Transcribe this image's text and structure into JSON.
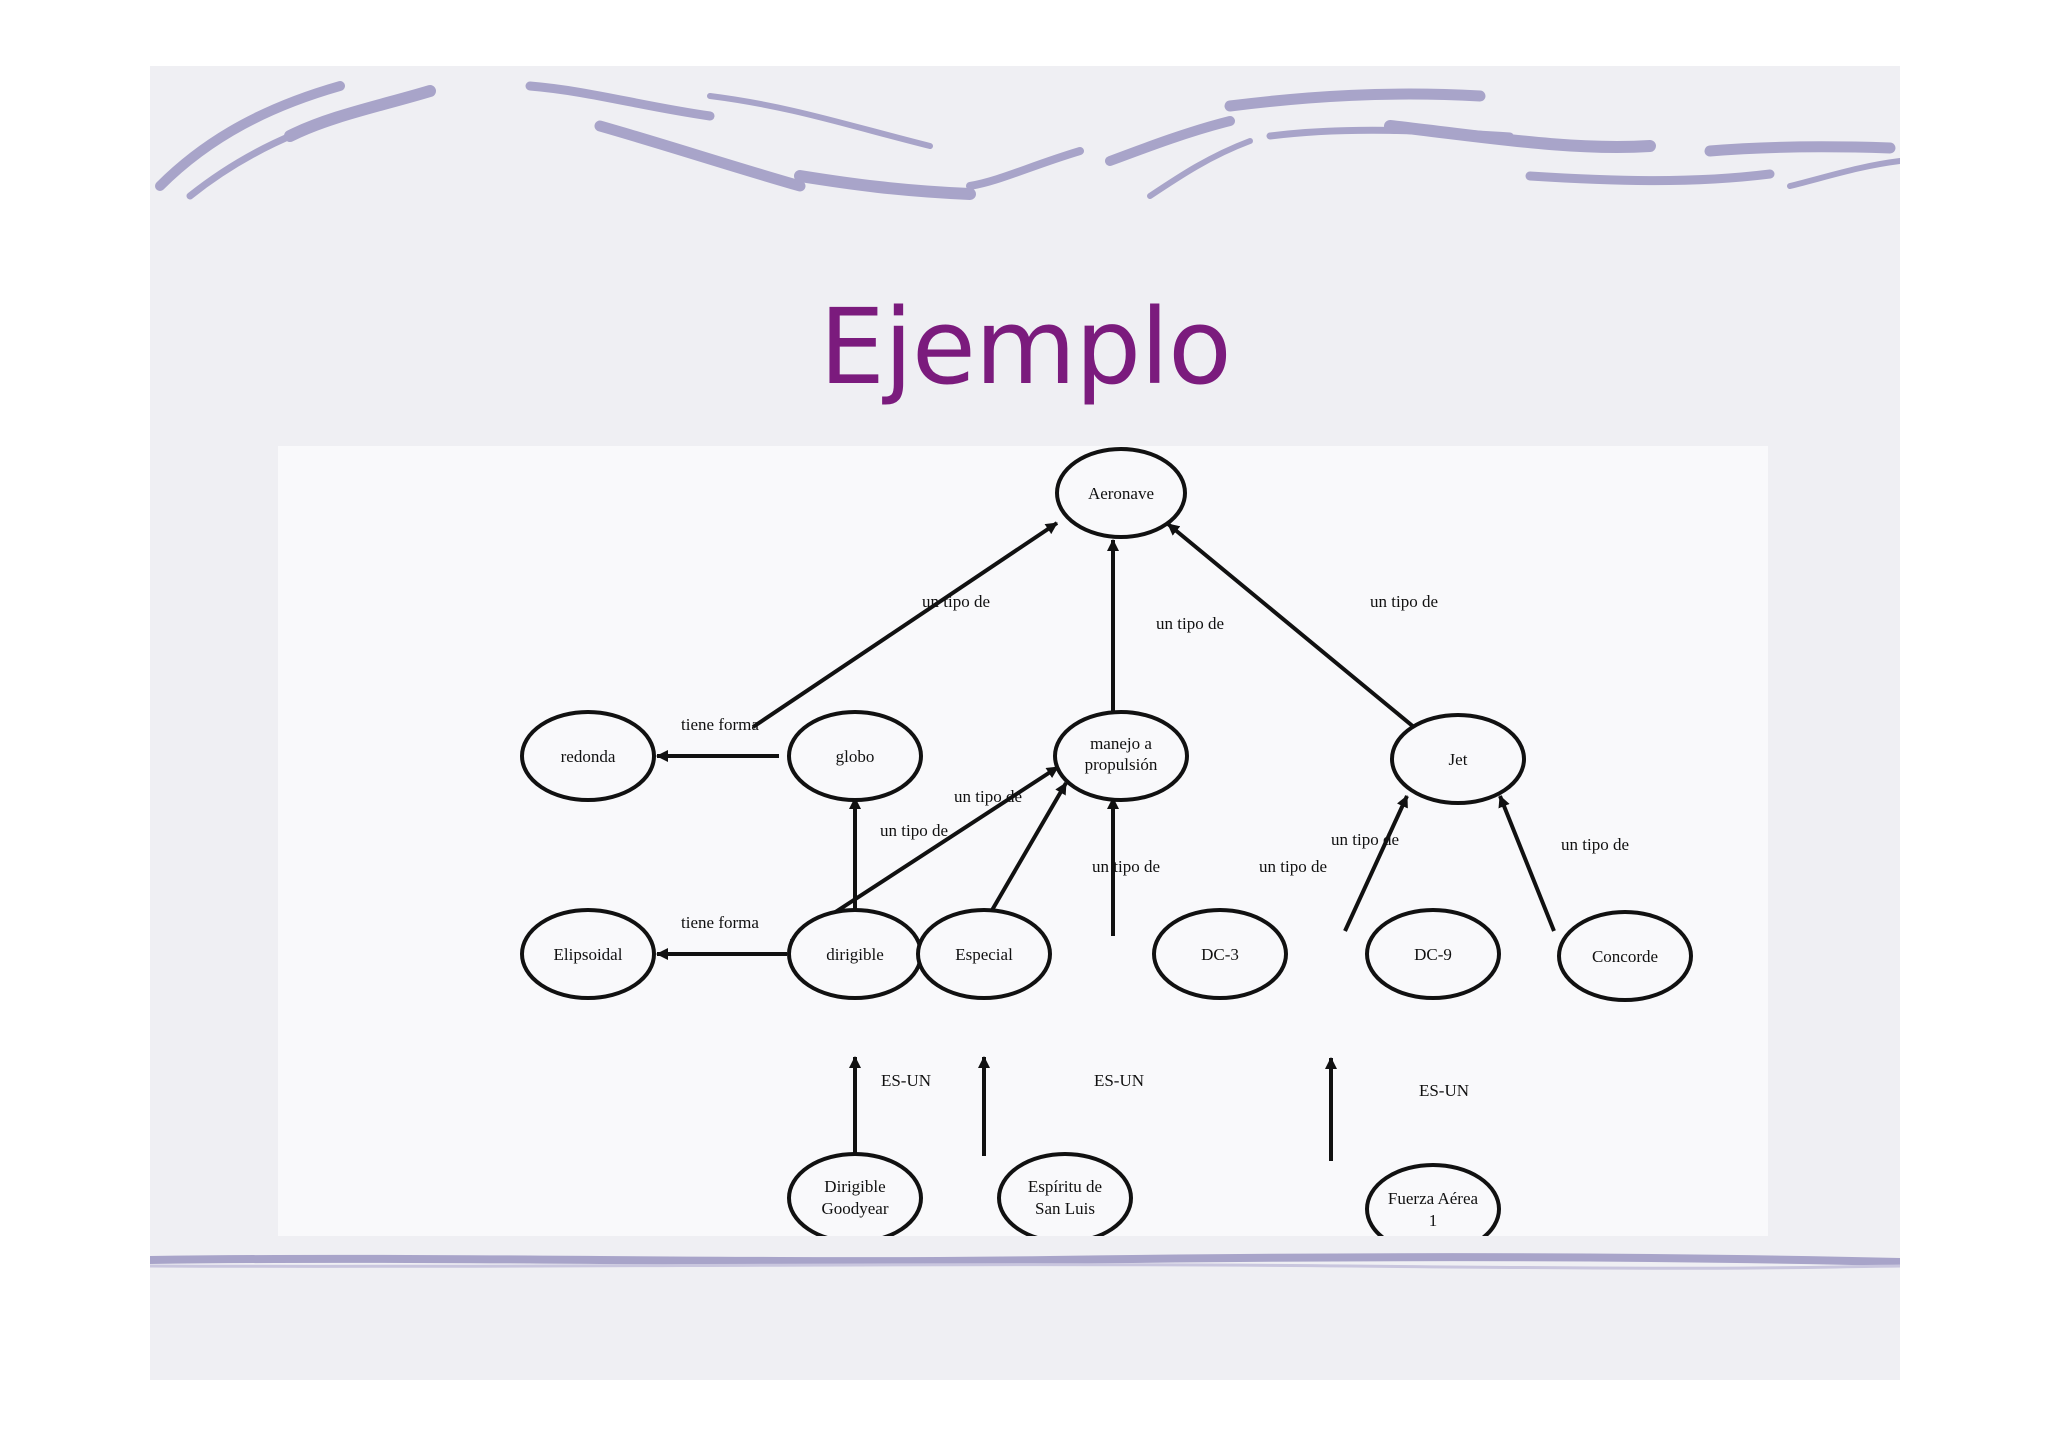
{
  "slide": {
    "title": "Ejemplo"
  },
  "diagram": {
    "nodes": {
      "aeronave": "Aeronave",
      "redonda": "redonda",
      "globo": "globo",
      "manejo_1": "manejo a",
      "manejo_2": "propulsión",
      "jet": "Jet",
      "elipsoidal": "Elipsoidal",
      "dirigible": "dirigible",
      "especial": "Especial",
      "dc3": "DC-3",
      "dc9": "DC-9",
      "concorde": "Concorde",
      "goodyear_1": "Dirigible",
      "goodyear_2": "Goodyear",
      "espiritu_1": "Espíritu de",
      "espiritu_2": "San Luis",
      "fuerza_1": "Fuerza Aérea",
      "fuerza_2": "1"
    },
    "edges": {
      "globo_aeronave": "un tipo de",
      "jet_aeronave": "un tipo de",
      "manejo_aeronave": "un tipo de",
      "globo_redonda": "tiene forma",
      "dirigible_manejo": "un tipo de",
      "especial_manejo": "un tipo de",
      "dc3_manejo": "un tipo de",
      "dirigible_globo": "un tipo de",
      "dc9_jet": "un tipo de",
      "concorde_jet": "un tipo de",
      "dirigible_elipsoidal": "tiene forma",
      "goodyear_dirigible": "ES-UN",
      "espiritu_especial": "ES-UN",
      "fuerza_dc9": "ES-UN"
    }
  },
  "colors": {
    "title": "#7b1b7d",
    "slide_bg": "#efeff3",
    "banner_stroke": "#a8a4c9"
  }
}
